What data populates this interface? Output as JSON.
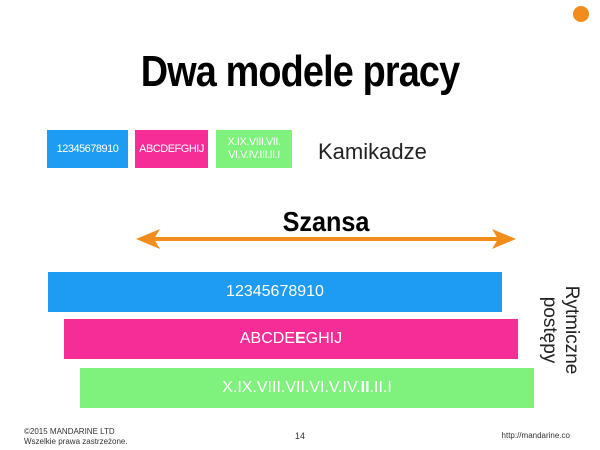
{
  "slide": {
    "title": "Dwa modele pracy",
    "chips": {
      "blue": "12345678910",
      "pink": "ABCDEFGHIJ",
      "green_line1": "X.IX.VIII.VII.",
      "green_line2": "VI.V.IV.III.II.I"
    },
    "kamikadze_label": "Kamikadze",
    "szansa_label": "Szansa",
    "bars": {
      "blue": "12345678910",
      "pink_before": "ABCDE",
      "pink_bold": "E",
      "pink_after": "GHIJ",
      "green_before": "X.IX.VIII.VII.VI.V.IV.",
      "green_bold": "II",
      "green_after": ".II.I"
    },
    "rytmiczne_line1": "Rytmiczne",
    "rytmiczne_line2": "postępy",
    "colors": {
      "blue": "#1e9cf3",
      "pink": "#f62d96",
      "green": "#7ef27c",
      "orange": "#f28c1c"
    }
  },
  "footer": {
    "copyright": "©2015 MANDARINE LTD",
    "rights": "Wszelkie prawa zastrzeżone.",
    "page_number": "14",
    "url": "http://mandarine.co"
  }
}
